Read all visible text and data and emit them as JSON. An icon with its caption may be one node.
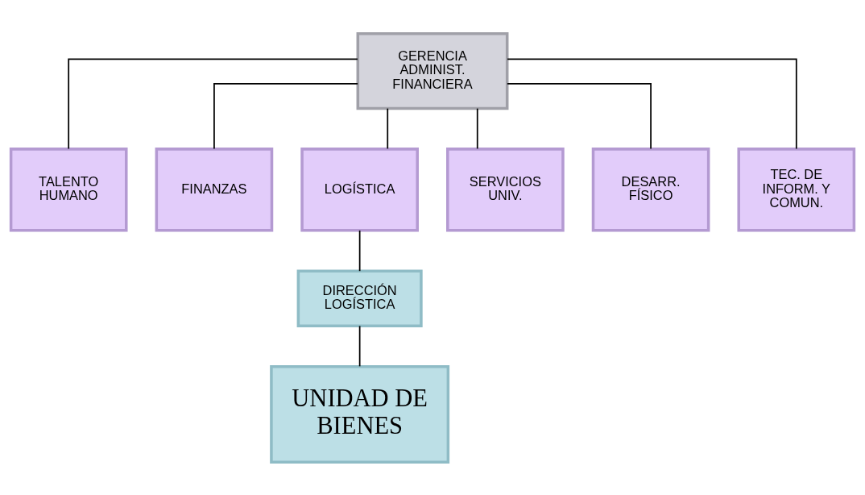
{
  "diagram": {
    "nodes": [
      {
        "text": [
          "GERENCIA ADMINIST. FINANCIERA"
        ]
      },
      {
        "text": [
          "TALENTO HUMANO"
        ]
      },
      {
        "text": [
          "FINANZAS"
        ]
      },
      {
        "text": [
          "LOGÍSTICA"
        ]
      },
      {
        "text": [
          "SERVICIOS UNIV."
        ]
      },
      {
        "text": [
          "DESARR. FÍSICO"
        ]
      },
      {
        "text": [
          "TEC. DE INFORM. Y COMUN."
        ]
      },
      {
        "text": [
          "DIRECCIÓN LOGÍSTICA"
        ]
      },
      {
        "text": [
          "UNIDAD DE BIENES"
        ]
      }
    ],
    "edges": [
      {
        "from": 0,
        "to": 1,
        "arrow": "none"
      },
      {
        "from": 0,
        "to": 2,
        "arrow": "none"
      },
      {
        "from": 0,
        "to": 3,
        "arrow": "none"
      },
      {
        "from": 0,
        "to": 4,
        "arrow": "none"
      },
      {
        "from": 0,
        "to": 5,
        "arrow": "none"
      },
      {
        "from": 0,
        "to": 6,
        "arrow": "none"
      },
      {
        "from": 3,
        "to": 7,
        "arrow": "none"
      },
      {
        "from": 7,
        "to": 8,
        "arrow": "none"
      }
    ]
  }
}
